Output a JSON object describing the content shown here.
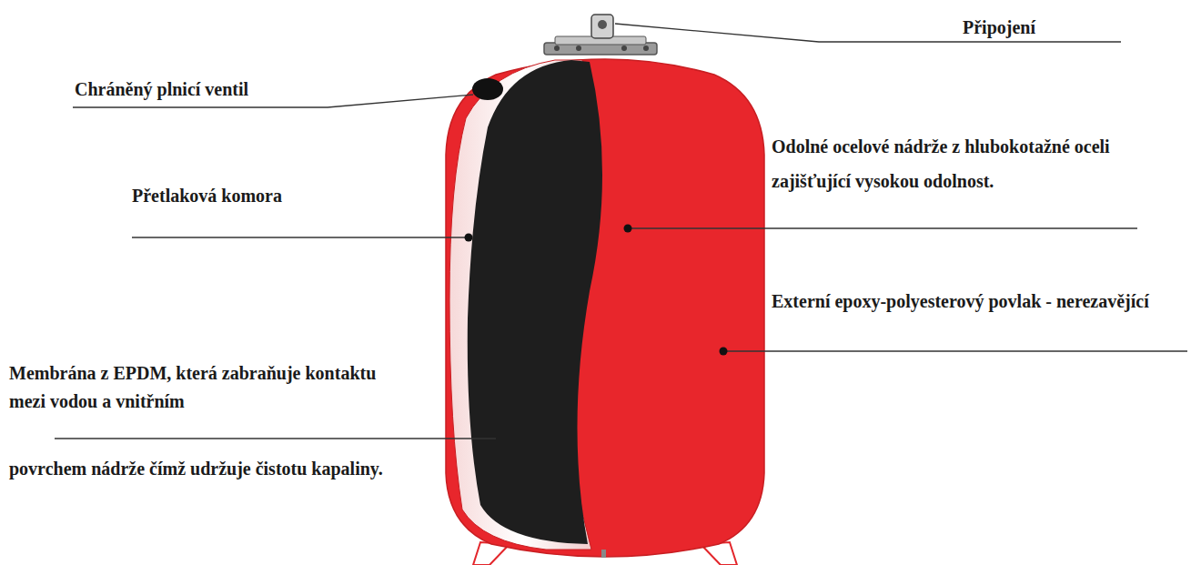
{
  "diagram": {
    "labels": [
      "Připojení",
      "Chráněný plnicí ventil",
      "Přetlaková komora",
      "Odolné ocelové nádrže z hlubokotažné oceli zajišťující vysokou odolnost.",
      "Externí epoxy-polyesterový povlak - nerezavějící",
      "Membrána z EPDM, která zabraňuje kontaktu mezi vodou a vnitřním",
      "povrchem nádrže čímž udržuje čistotu kapaliny."
    ]
  }
}
